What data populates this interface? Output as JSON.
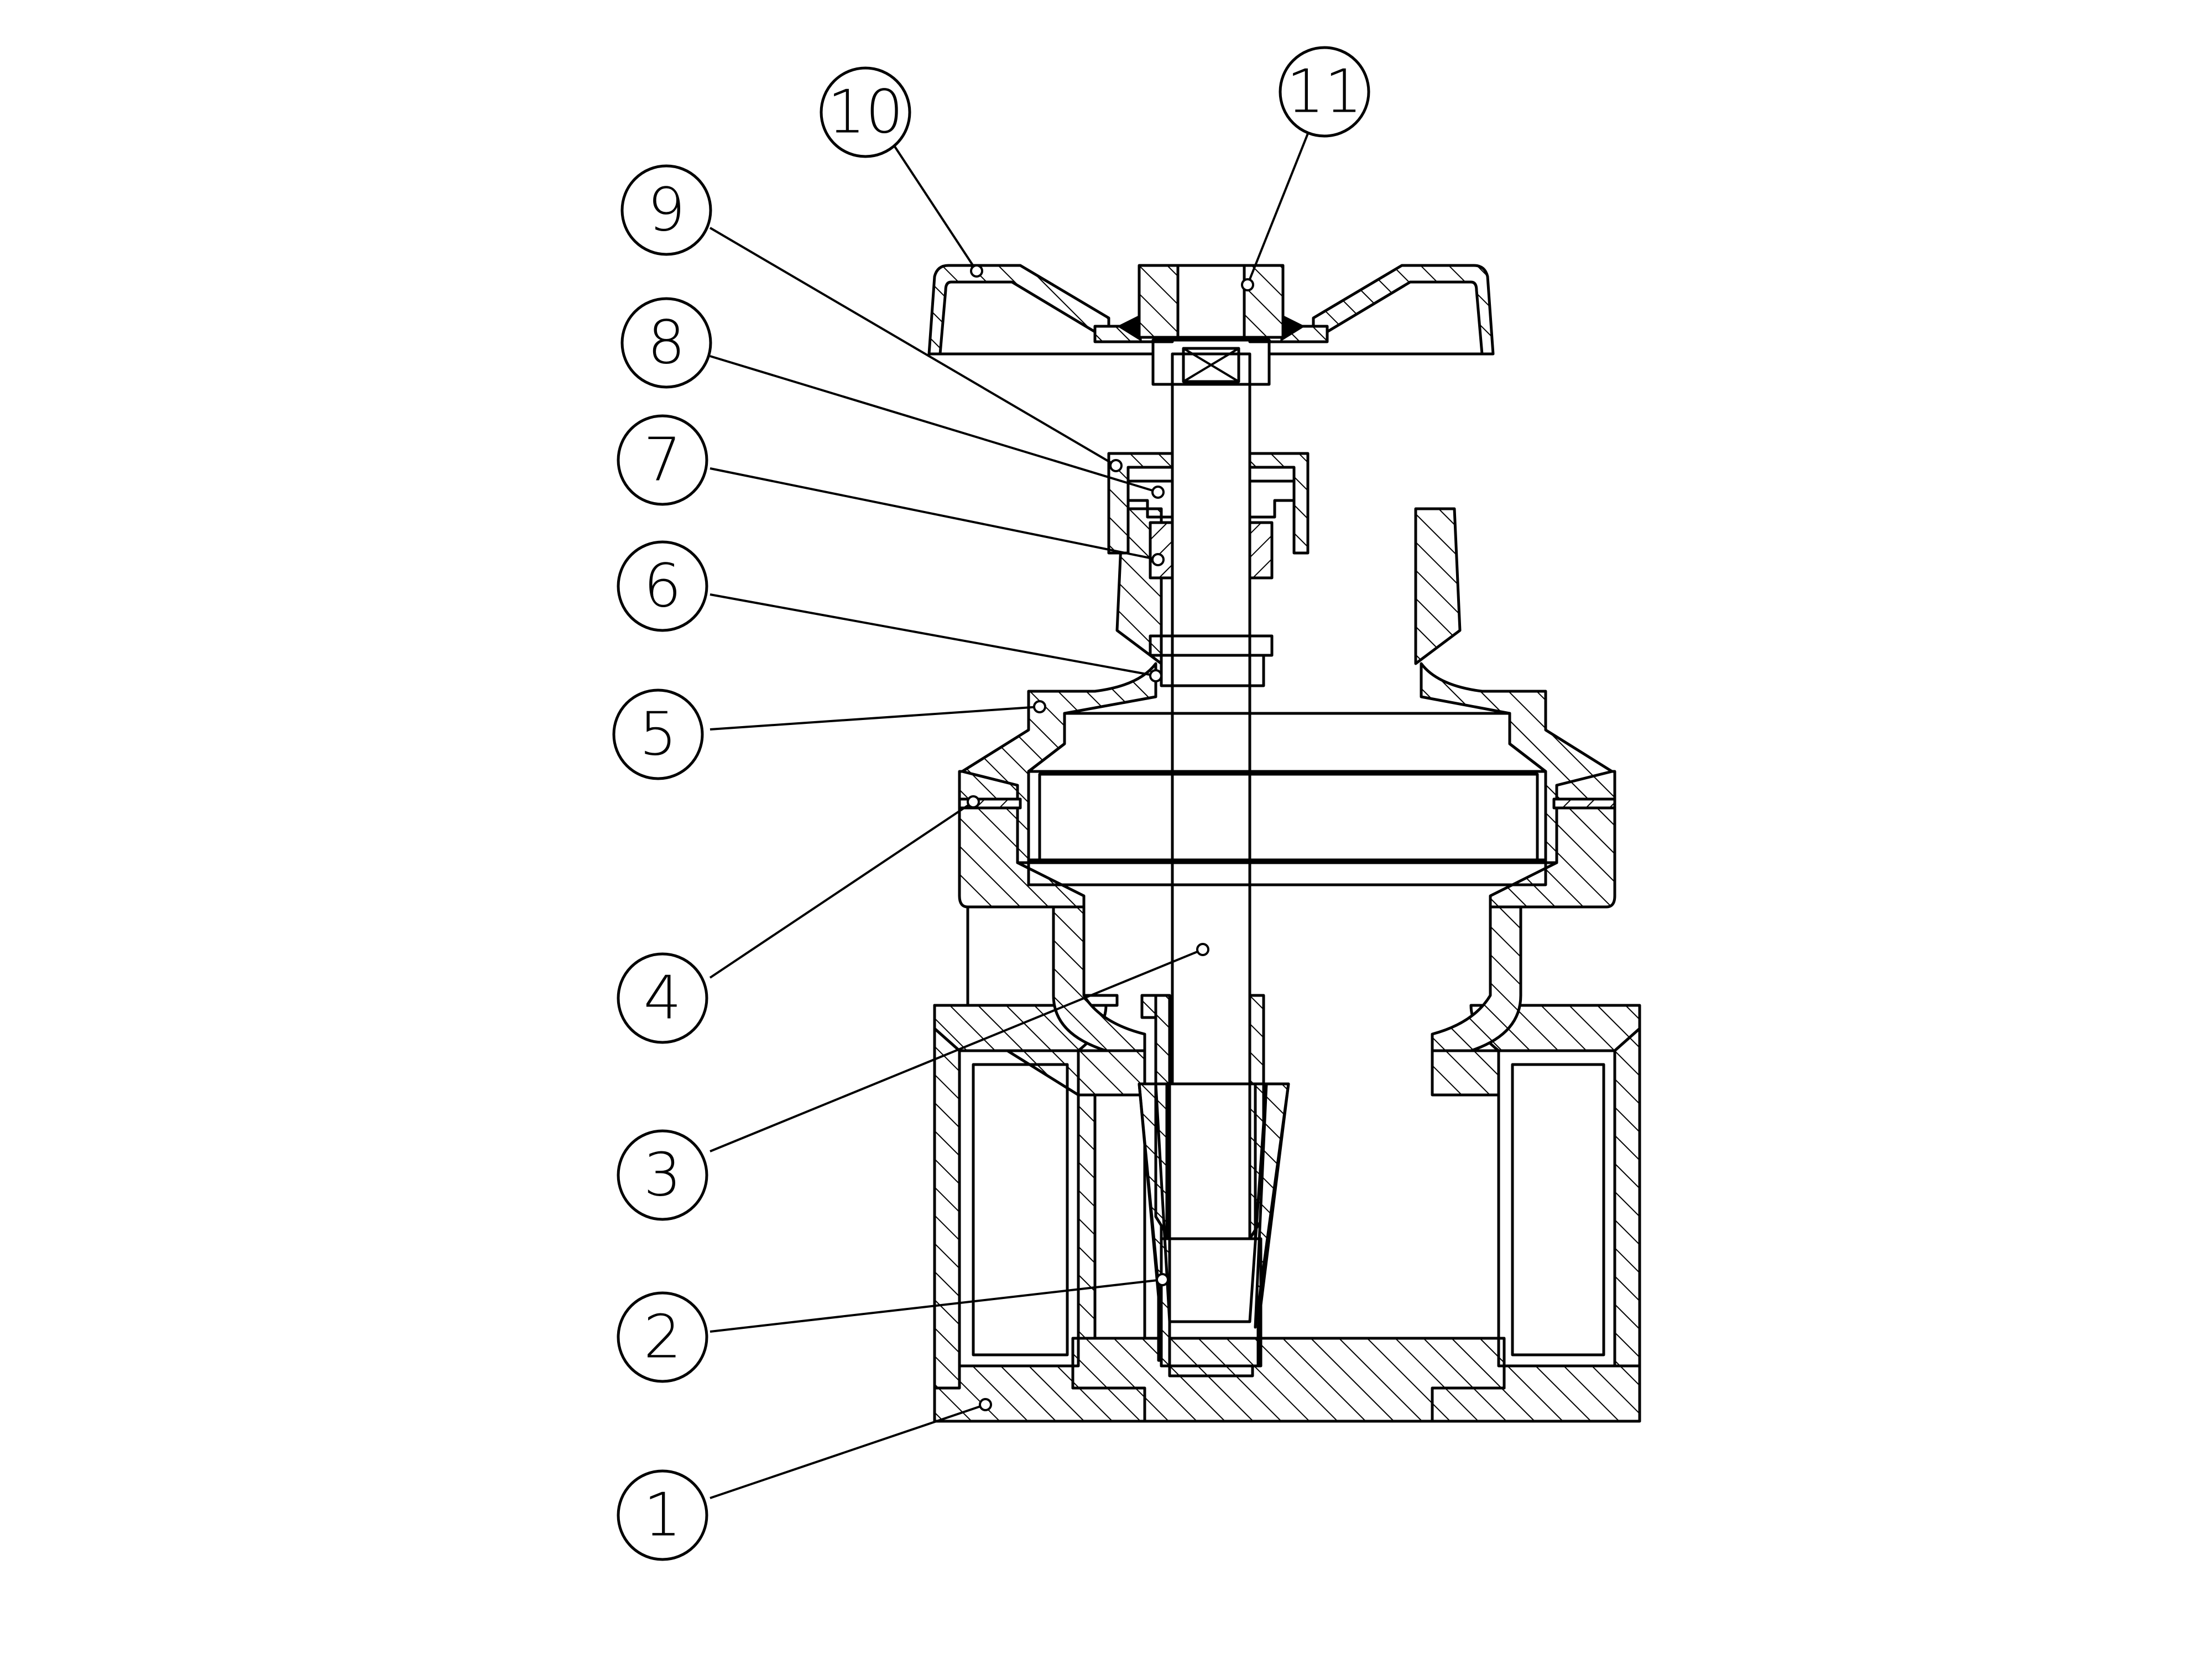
{
  "drawing": {
    "stroke_color": "#000000",
    "background_color": "#ffffff"
  },
  "balloons": [
    {
      "label": "1"
    },
    {
      "label": "2"
    },
    {
      "label": "3"
    },
    {
      "label": "4"
    },
    {
      "label": "5"
    },
    {
      "label": "6"
    },
    {
      "label": "7"
    },
    {
      "label": "8"
    },
    {
      "label": "9"
    },
    {
      "label": "10"
    },
    {
      "label": "11"
    }
  ]
}
